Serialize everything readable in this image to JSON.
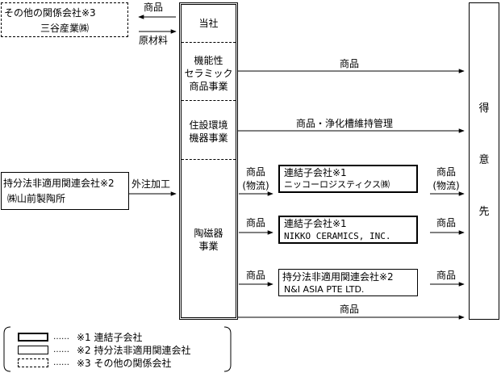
{
  "top_left": {
    "title": "その他の関係会社※3",
    "name": "三谷産業㈱",
    "arrow_top_label": "商品",
    "arrow_bottom_label": "原材料"
  },
  "mid_left": {
    "title": "持分法非適用関連会社※2",
    "name": "㈱山前製陶所",
    "arrow_label": "外注加工"
  },
  "company": {
    "name": "当社",
    "segment1": [
      "機能性",
      "セラミック",
      "商品事業"
    ],
    "segment2": [
      "住設環境",
      "機器事業"
    ],
    "segment3": [
      "陶磁器",
      "事業"
    ]
  },
  "flows": {
    "seg1_label": "商品",
    "seg2_label": "商品・浄化槽維持管理",
    "bottom_label": "商品"
  },
  "subsidiaries": [
    {
      "in_label": [
        "商品",
        "(物流)"
      ],
      "title": "連結子会社※1",
      "name": "ニッコーロジスティクス㈱",
      "out_label": [
        "商品",
        "(物流)"
      ]
    },
    {
      "in_label": [
        "商品"
      ],
      "title": "連結子会社※1",
      "name": "NIKKO CERAMICS, INC.",
      "out_label": [
        "商品"
      ]
    },
    {
      "in_label": [
        "商品"
      ],
      "title": "持分法非適用関連会社※2",
      "name": "N&I ASIA PTE LTD.",
      "out_label": [
        "商品"
      ]
    }
  ],
  "customer": [
    "得",
    "意",
    "先"
  ],
  "legend": [
    {
      "dots": "……",
      "label": "※1  連結子会社"
    },
    {
      "dots": "……",
      "label": "※2  持分法非適用関連会社"
    },
    {
      "dots": "……",
      "label": "※3  その他の関係会社"
    }
  ]
}
